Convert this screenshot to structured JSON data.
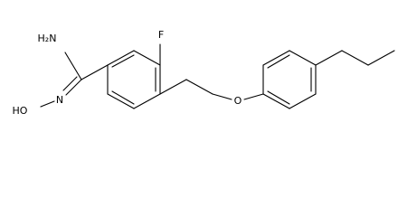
{
  "molecule": {
    "labels": {
      "amine": "H₂N",
      "hydroxy_imine": "HO",
      "imine_n": "N",
      "fluorine": "F",
      "ether_o": "O"
    }
  }
}
